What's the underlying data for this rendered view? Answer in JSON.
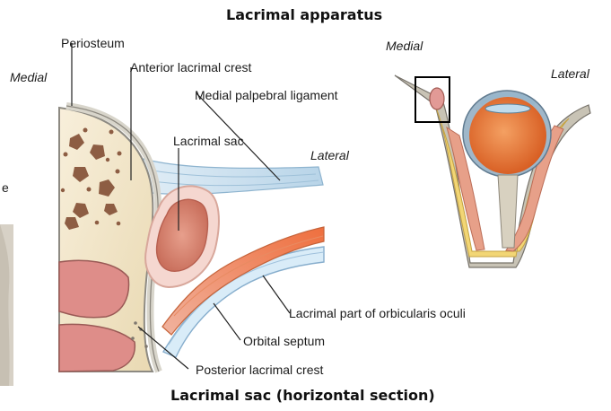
{
  "header": {
    "title": "Lacrimal apparatus",
    "subtitle": "Lacrimal sac (horizontal section)"
  },
  "section_diagram": {
    "orientation": {
      "medial": "Medial",
      "lateral": "Lateral"
    },
    "labels": {
      "periosteum": "Periosteum",
      "anterior_crest": "Anterior lacrimal crest",
      "ligament": "Medial palpebral ligament",
      "sac": "Lacrimal sac",
      "orbicularis": "Lacrimal part of orbicularis oculi",
      "septum": "Orbital septum",
      "posterior_crest": "Posterior lacrimal crest",
      "edge_text": "e"
    }
  },
  "overview_diagram": {
    "orientation": {
      "medial": "Medial",
      "lateral": "Lateral"
    }
  },
  "colors": {
    "bone": "#f3e6c6",
    "bone_shadow": "#c9b58a",
    "periosteum": "#d6d3c7",
    "sac_outer": "#f2c3b6",
    "sac_inner": "#d9826e",
    "muscle": "#f07d4f",
    "ligament": "#cfe3f1",
    "septum": "#a9cfe8",
    "eye": "#e87935",
    "fat": "#f4d870"
  }
}
